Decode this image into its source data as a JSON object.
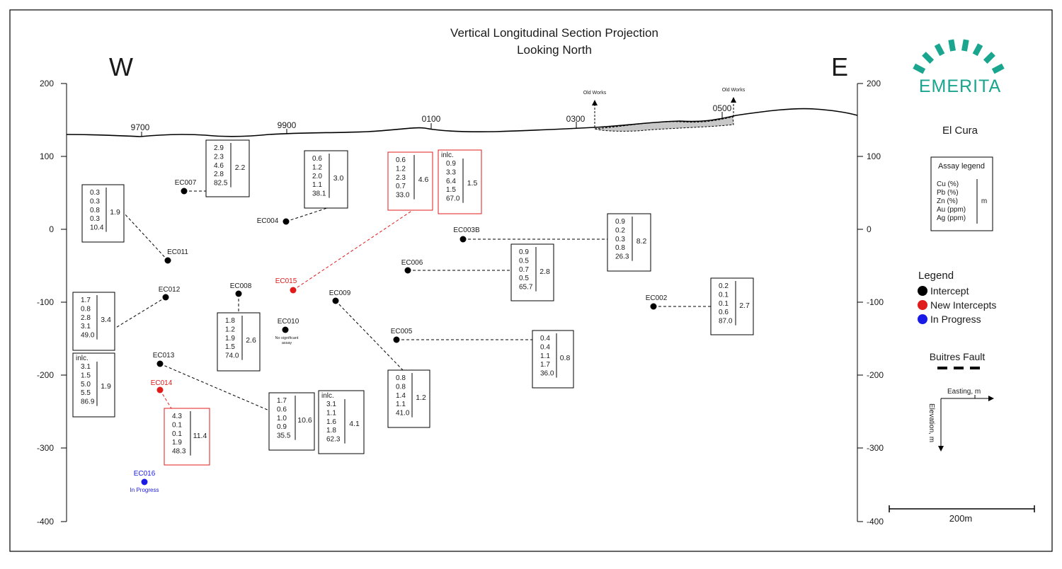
{
  "title": {
    "line1": "Vertical Longitudinal Section Projection",
    "line2": "Looking North"
  },
  "directions": {
    "west": "W",
    "east": "E"
  },
  "brand": {
    "name": "EMERITA",
    "color": "#1aa58f"
  },
  "project": "El Cura",
  "left_axis": {
    "ticks": [
      "200",
      "100",
      "0",
      "-100",
      "-200",
      "-300",
      "-400"
    ]
  },
  "right_axis": {
    "ticks": [
      "200",
      "100",
      "0",
      "-100",
      "-200",
      "-300",
      "-400"
    ]
  },
  "easting_ticks": [
    "9700",
    "9900",
    "0100",
    "0300",
    "0500"
  ],
  "old_works": [
    "Old Works",
    "Old Works"
  ],
  "assay_legend": {
    "title": "Assay legend",
    "items": [
      "Cu (%)",
      "Pb (%)",
      "Zn (%)",
      "Au (ppm)",
      "Ag (ppm)"
    ],
    "unit": "m"
  },
  "legend": {
    "title": "Legend",
    "items": [
      {
        "label": "Intercept",
        "color": "#000000"
      },
      {
        "label": "New Intercepts",
        "color": "#e01b1b"
      },
      {
        "label": "In Progress",
        "color": "#1a1ae6"
      }
    ]
  },
  "fault_label": "Buitres Fault",
  "axes_labels": {
    "easting": "Easting, m",
    "elevation": "Elevation, m"
  },
  "scale_bar": "200m",
  "colors": {
    "intercept": "#000000",
    "new": "#e01b1b",
    "progress": "#1a1ae6",
    "fill_old_works": "#c8c8c8"
  },
  "holes": [
    {
      "id": "EC007",
      "status": "intercept"
    },
    {
      "id": "EC011",
      "status": "intercept"
    },
    {
      "id": "EC004",
      "status": "intercept"
    },
    {
      "id": "EC015",
      "status": "new"
    },
    {
      "id": "EC003B",
      "status": "intercept"
    },
    {
      "id": "EC006",
      "status": "intercept"
    },
    {
      "id": "EC012",
      "status": "intercept"
    },
    {
      "id": "EC008",
      "status": "intercept"
    },
    {
      "id": "EC010",
      "status": "intercept",
      "note_line1": "No significant",
      "note_line2": "assay"
    },
    {
      "id": "EC009",
      "status": "intercept"
    },
    {
      "id": "EC002",
      "status": "intercept"
    },
    {
      "id": "EC005",
      "status": "intercept"
    },
    {
      "id": "EC013",
      "status": "intercept"
    },
    {
      "id": "EC014",
      "status": "new"
    },
    {
      "id": "EC016",
      "status": "progress",
      "note": "In Progress"
    }
  ],
  "assay_boxes": [
    {
      "hole": "EC007",
      "values": [
        "2.9",
        "2.3",
        "4.6",
        "2.8",
        "82.5"
      ],
      "width_m": "2.2",
      "status": "intercept"
    },
    {
      "hole": "EC011",
      "values": [
        "0.3",
        "0.3",
        "0.8",
        "0.3",
        "10.4"
      ],
      "width_m": "1.9",
      "status": "intercept"
    },
    {
      "hole": "EC004",
      "values": [
        "0.6",
        "1.2",
        "2.0",
        "1.1",
        "38.1"
      ],
      "width_m": "3.0",
      "status": "intercept"
    },
    {
      "hole": "EC015",
      "values": [
        "0.6",
        "1.2",
        "2.3",
        "0.7",
        "33.0"
      ],
      "width_m": "4.6",
      "status": "new"
    },
    {
      "hole": "EC015",
      "header": "inlc.",
      "values": [
        "0.9",
        "3.3",
        "6.4",
        "1.5",
        "67.0"
      ],
      "width_m": "1.5",
      "status": "new"
    },
    {
      "hole": "EC003B",
      "values": [
        "0.9",
        "0.2",
        "0.3",
        "0.8",
        "26.3"
      ],
      "width_m": "8.2",
      "status": "intercept"
    },
    {
      "hole": "EC006",
      "values": [
        "0.9",
        "0.5",
        "0.7",
        "0.5",
        "65.7"
      ],
      "width_m": "2.8",
      "status": "intercept"
    },
    {
      "hole": "EC012",
      "values": [
        "1.7",
        "0.8",
        "2.8",
        "3.1",
        "49.0"
      ],
      "width_m": "3.4",
      "status": "intercept"
    },
    {
      "hole": "EC012",
      "header": "inlc.",
      "values": [
        "3.1",
        "1.5",
        "5.0",
        "5.5",
        "86.9"
      ],
      "width_m": "1.9",
      "status": "intercept"
    },
    {
      "hole": "EC008",
      "values": [
        "1.8",
        "1.2",
        "1.9",
        "1.5",
        "74.0"
      ],
      "width_m": "2.6",
      "status": "intercept"
    },
    {
      "hole": "EC002",
      "values": [
        "0.2",
        "0.1",
        "0.1",
        "0.6",
        "87.0"
      ],
      "width_m": "2.7",
      "status": "intercept"
    },
    {
      "hole": "EC005",
      "values": [
        "0.4",
        "0.4",
        "1.1",
        "1.7",
        "36.0"
      ],
      "width_m": "0.8",
      "status": "intercept"
    },
    {
      "hole": "EC009",
      "values": [
        "0.8",
        "0.8",
        "1.4",
        "1.1",
        "41.0"
      ],
      "width_m": "1.2",
      "status": "intercept"
    },
    {
      "hole": "EC013",
      "values": [
        "1.7",
        "0.6",
        "1.0",
        "0.9",
        "35.5"
      ],
      "width_m": "10.6",
      "status": "intercept"
    },
    {
      "hole": "EC013",
      "header": "inlc.",
      "values": [
        "3.1",
        "1.1",
        "1.6",
        "1.8",
        "62.3"
      ],
      "width_m": "4.1",
      "status": "intercept"
    },
    {
      "hole": "EC014",
      "values": [
        "4.3",
        "0.1",
        "0.1",
        "1.9",
        "48.3"
      ],
      "width_m": "11.4",
      "status": "new"
    }
  ]
}
